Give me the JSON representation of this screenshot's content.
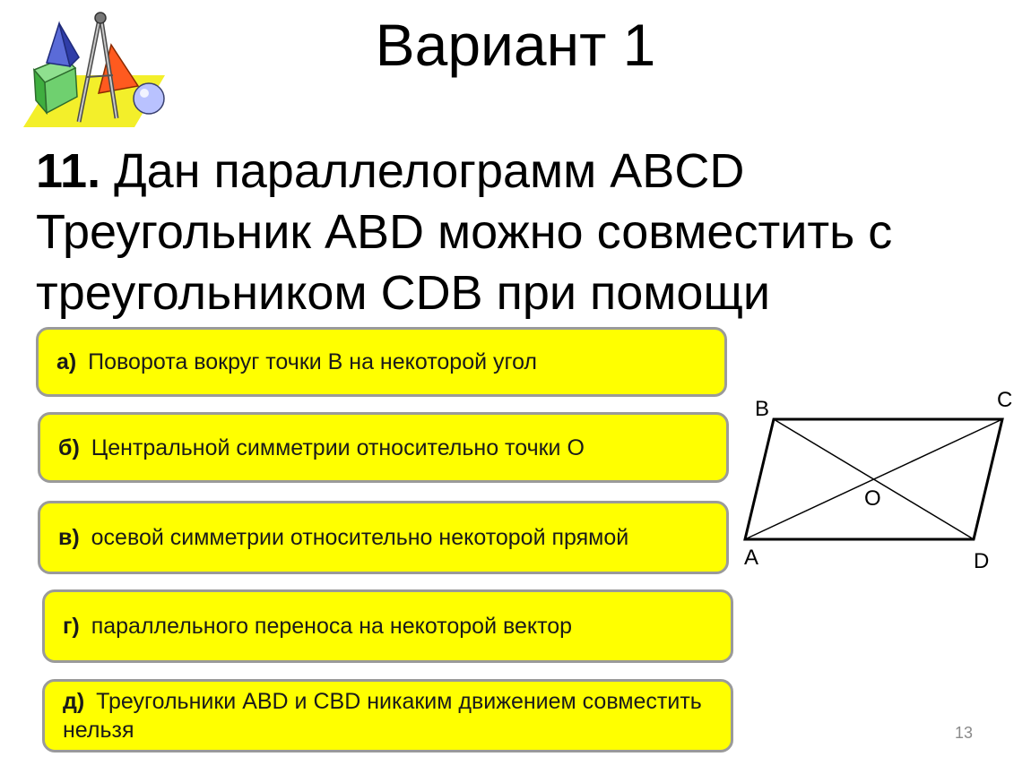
{
  "slide": {
    "title": "Вариант 1",
    "question": {
      "number": "11.",
      "text": " Дан параллелограмм ABCD Треугольник ABD можно совместить с треугольником CDB при помощи"
    },
    "options": [
      {
        "letter": "а)",
        "text": " Поворота вокруг точки В на некоторой угол"
      },
      {
        "letter": "б)",
        "text": " Центральной симметрии относительно точки О"
      },
      {
        "letter": "в)",
        "text": " осевой симметрии относительно некоторой прямой"
      },
      {
        "letter": "г)",
        "text": " параллельного переноса на некоторой вектор"
      },
      {
        "letter": "д)",
        "text": " Треугольники ABD и CBD никаким движением совместить нельзя"
      }
    ],
    "figure": {
      "labels": {
        "B": "B",
        "C": "C",
        "A": "A",
        "D": "D",
        "O": "O"
      }
    },
    "page_number": "13"
  },
  "colors": {
    "option_fill": "#ffff00",
    "option_border": "#9a9a9a",
    "text": "#000000"
  },
  "icons": [
    "geometry-clipart-icon"
  ]
}
